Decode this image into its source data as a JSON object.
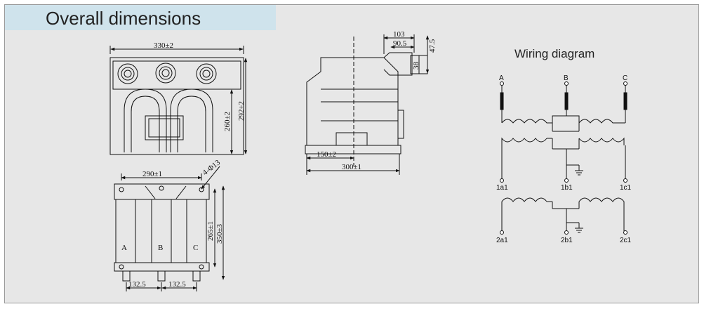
{
  "title": "Overall dimensions",
  "wiring_title": "Wiring diagram",
  "top_view": {
    "width_dim": "330±2",
    "height_inner_dim": "260±2",
    "height_outer_dim": "292±2"
  },
  "side_view": {
    "dim_103": "103",
    "dim_90_5": "90.5",
    "dim_47_5": "47.5",
    "dim_38": "38",
    "dim_150": "150±2",
    "dim_300": "300±1"
  },
  "bottom_view": {
    "width_dim": "290±1",
    "hole_dim": "4-Φ13",
    "height_inner_dim": "265±1",
    "height_outer_dim": "350±3",
    "pitch_left": "132.5",
    "pitch_right": "132.5",
    "phase_labels": [
      "A",
      "B",
      "C"
    ]
  },
  "wiring": {
    "phase_labels": [
      "A",
      "B",
      "C"
    ],
    "secondary1_labels": [
      "1a1",
      "1b1",
      "1c1"
    ],
    "secondary2_labels": [
      "2a1",
      "2b1",
      "2c1"
    ]
  },
  "colors": {
    "header_band": "#cfe3ec",
    "panel": "#e7e7e7",
    "line": "#111111"
  }
}
